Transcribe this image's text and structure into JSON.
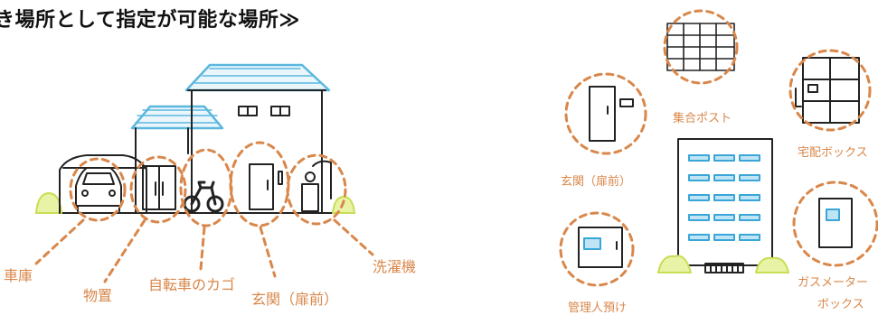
{
  "title": "き場所として指定が可能な場所≫",
  "left_labels": {
    "garage": "車庫",
    "storage": "物置",
    "bicycle_basket": "自転車のカゴ",
    "entrance": "玄関（扉前）",
    "washing_machine": "洗濯機"
  },
  "right_labels": {
    "entrance": "玄関（扉前）",
    "mailbox": "集合ポスト",
    "delivery_box": "宅配ボックス",
    "manager": "管理人預け",
    "gas_meter_box_line1": "ガスメーター",
    "gas_meter_box_line2": "ボックス"
  },
  "colors": {
    "accent": "#d9874a",
    "roof_blue": "#5bb7de",
    "window_blue": "#3aa6d8",
    "bush_green": "#d6ea66",
    "ink": "#222222"
  }
}
